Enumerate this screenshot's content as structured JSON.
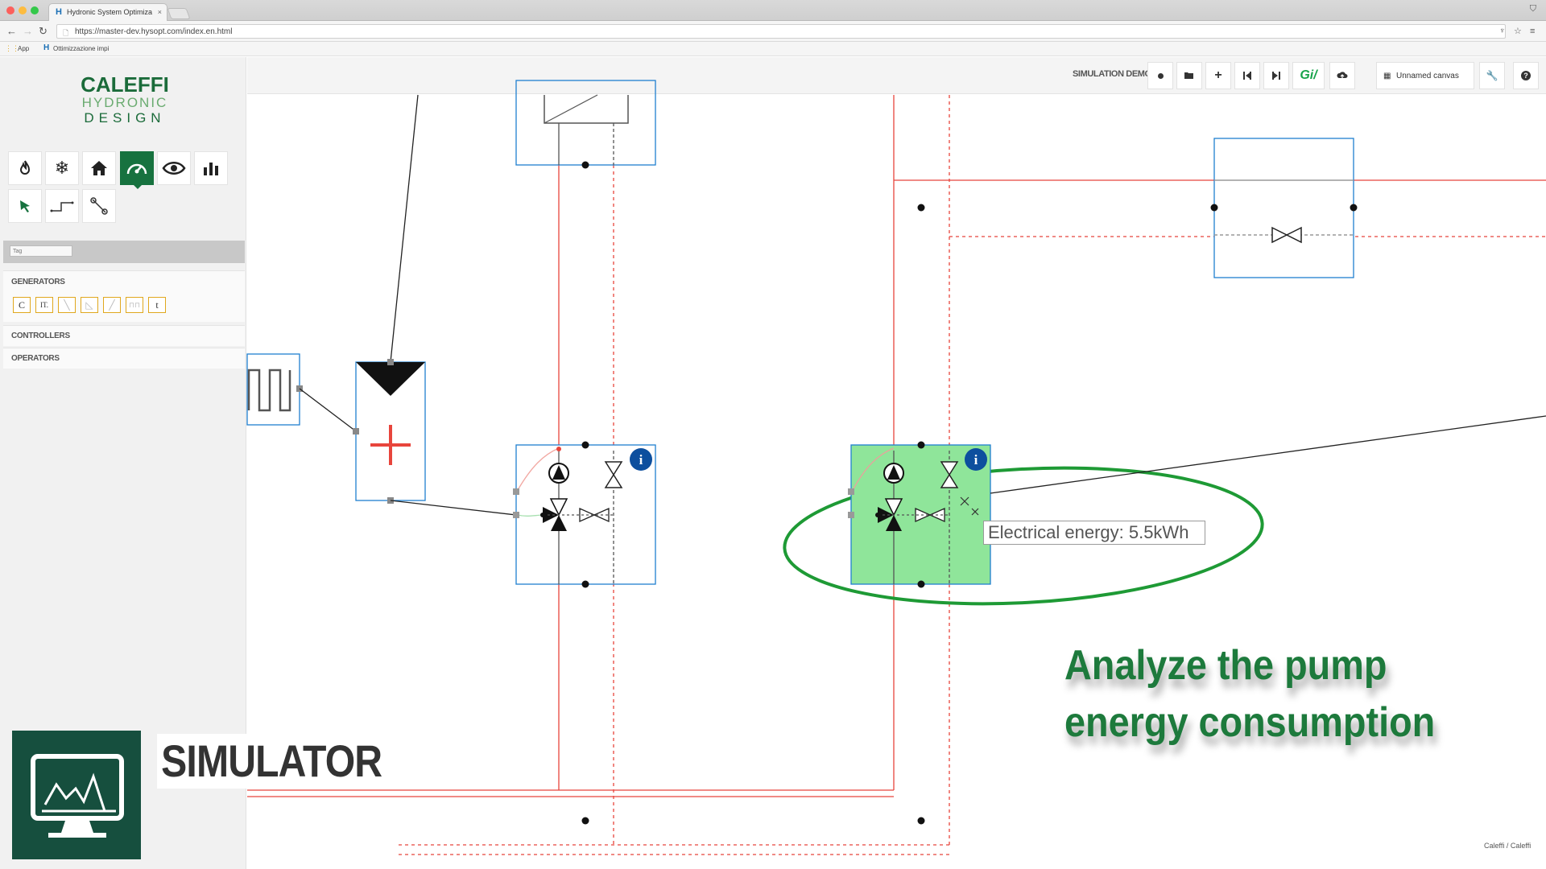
{
  "browser": {
    "tab_title": "Hydronic System Optimiza",
    "tab_favicon": "H",
    "url": "https://master-dev.hysopt.com/index.en.html",
    "bookmarks": [
      {
        "label": "App",
        "icon": "apps-grid-icon"
      },
      {
        "label": "Ottimizzazione impi",
        "icon": "hysopt-favicon"
      }
    ]
  },
  "logo": {
    "line1": "CALEFFI",
    "line2": "HYDRONIC",
    "line3": "DESIGN"
  },
  "tools": [
    {
      "name": "heating-icon",
      "glyph": "🔥"
    },
    {
      "name": "cooling-icon",
      "glyph": "❄"
    },
    {
      "name": "building-icon",
      "glyph": "⌂"
    },
    {
      "name": "simulation-gauge-icon",
      "glyph": "◔",
      "active": true
    },
    {
      "name": "view-icon",
      "glyph": "👁"
    },
    {
      "name": "results-chart-icon",
      "glyph": "▮"
    }
  ],
  "filter": {
    "placeholder": "Tag"
  },
  "palette": {
    "generators_label": "GENERATORS",
    "generators": [
      "C",
      "IT.",
      "╲",
      "◺",
      "╱",
      "⊓⊓",
      "t"
    ],
    "controllers_label": "CONTROLLERS",
    "operators_label": "OPERATORS"
  },
  "toolbar": {
    "demo_label": "SIMULATION DEMO",
    "canvas_name": "Unnamed canvas",
    "buttons": [
      "record-icon",
      "open-folder-icon",
      "add-icon",
      "step-back-icon",
      "step-forward-icon",
      "gi-logo-icon",
      "upload-icon",
      "settings-wrench-icon",
      "help-icon"
    ],
    "gi_label": "Gi/"
  },
  "canvas": {
    "tooltip": "Electrical energy: 5.5kWh",
    "caption_line1": "Analyze the pump",
    "caption_line2": "energy consumption",
    "footer": "Caleffi / Caleffi"
  },
  "badge": {
    "label": "SIMULATOR"
  },
  "colors": {
    "brand_green": "#17723f",
    "highlight_green": "#8fe59a",
    "supply_red": "#e8453c",
    "frame_blue": "#1f7fd0",
    "info_blue": "#0d4f9e",
    "circle_green": "#1e9a35"
  }
}
